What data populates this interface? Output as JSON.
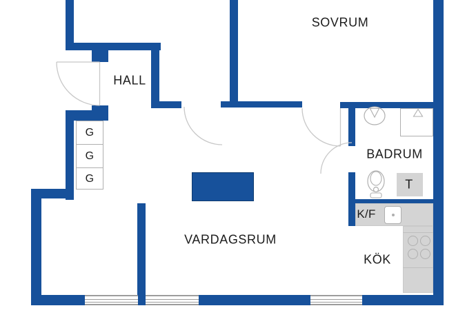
{
  "rooms": {
    "sovrum": "SOVRUM",
    "hall": "HALL",
    "badrum": "BADRUM",
    "vardagsrum": "VARDAGSRUM",
    "kok": "KÖK"
  },
  "closets": {
    "g1": "G",
    "g2": "G",
    "g3": "G"
  },
  "appliances": {
    "fridge_freezer": "K/F",
    "dryer": "T"
  },
  "colors": {
    "wall": "#17519B",
    "counter": "#D4D4D4",
    "outline": "#AFAFAF",
    "door_arc": "#C8C8C8",
    "window_line": "#9C9C9C",
    "text": "#1C1C1C"
  }
}
